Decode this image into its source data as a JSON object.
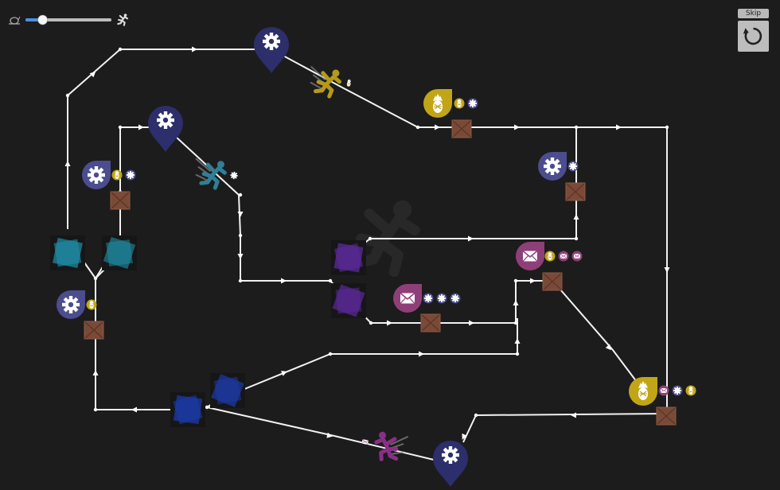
{
  "controls": {
    "speed_slider": {
      "value": 0.2,
      "min_icon": "snail-icon",
      "max_icon": "runner-icon",
      "accent": "#4a90e2"
    },
    "skip_label": "Skip",
    "restart_icon": "restart-icon"
  },
  "colors": {
    "background": "#1c1c1c",
    "track": "#f2f2f2",
    "gear_pin": "#2c2f6b",
    "gear_badge": "#4b4d8f",
    "pineapple_badge": "#c2a516",
    "mail_badge": "#8f3f78",
    "crate": "#7a4a38",
    "portal_teal": "#1f8fa8",
    "portal_purple": "#5b2a9a",
    "portal_blue": "#1d3aa8",
    "runner_yellow": "#b59a1a",
    "runner_teal": "#2f7f96",
    "runner_magenta": "#8a2f86"
  },
  "pins": [
    {
      "icon": "gear-icon"
    },
    {
      "icon": "gear-icon"
    },
    {
      "icon": "gear-icon"
    }
  ],
  "stations": [
    {
      "main": "pineapple-icon",
      "demands": [
        "pineapple-icon",
        "gear-icon"
      ]
    },
    {
      "main": "gear-icon",
      "demands": [
        "pineapple-icon",
        "gear-icon"
      ]
    },
    {
      "main": "gear-icon",
      "demands": [
        "gear-icon"
      ]
    },
    {
      "main": "gear-icon",
      "demands": [
        "pineapple-icon"
      ]
    },
    {
      "main": "mail-icon",
      "demands": [
        "pineapple-icon",
        "mail-icon",
        "mail-icon"
      ]
    },
    {
      "main": "mail-icon",
      "demands": [
        "gear-icon",
        "gear-icon",
        "gear-icon"
      ]
    },
    {
      "main": "pineapple-icon",
      "demands": [
        "mail-icon",
        "gear-icon",
        "pineapple-icon"
      ]
    }
  ],
  "runners": [
    {
      "color": "yellow",
      "carrying": "pineapple-icon"
    },
    {
      "color": "teal",
      "carrying": "gear-icon"
    },
    {
      "color": "magenta",
      "carrying": "mail-icon"
    }
  ]
}
